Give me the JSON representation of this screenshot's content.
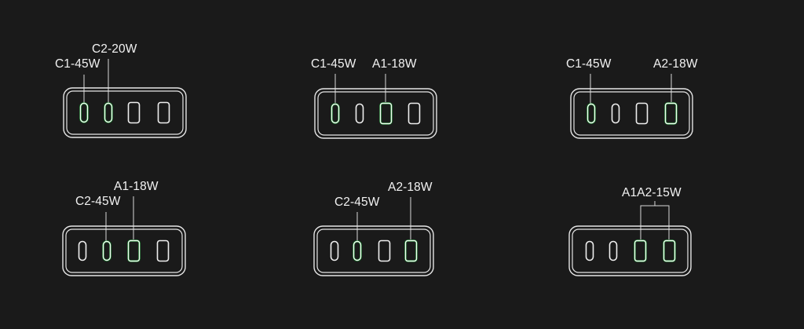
{
  "colors": {
    "background": "#1a1a1a",
    "outline": "#e6e6e6",
    "active_port": "#0c9a2a"
  },
  "panels": [
    {
      "labels": [
        {
          "key": "c1",
          "text": "C1-45W"
        },
        {
          "key": "c2",
          "text": "C2-20W"
        }
      ],
      "active_ports": [
        "C1",
        "C2"
      ]
    },
    {
      "labels": [
        {
          "key": "c1",
          "text": "C1-45W"
        },
        {
          "key": "a1",
          "text": "A1-18W"
        }
      ],
      "active_ports": [
        "C1",
        "A1"
      ]
    },
    {
      "labels": [
        {
          "key": "c1",
          "text": "C1-45W"
        },
        {
          "key": "a2",
          "text": "A2-18W"
        }
      ],
      "active_ports": [
        "C1",
        "A2"
      ]
    },
    {
      "labels": [
        {
          "key": "c2",
          "text": "C2-45W"
        },
        {
          "key": "a1",
          "text": "A1-18W"
        }
      ],
      "active_ports": [
        "C2",
        "A1"
      ]
    },
    {
      "labels": [
        {
          "key": "c2",
          "text": "C2-45W"
        },
        {
          "key": "a2",
          "text": "A2-18W"
        }
      ],
      "active_ports": [
        "C2",
        "A2"
      ]
    },
    {
      "labels": [
        {
          "key": "a1a2",
          "text": "A1A2-15W"
        }
      ],
      "active_ports": [
        "A1",
        "A2"
      ]
    }
  ]
}
